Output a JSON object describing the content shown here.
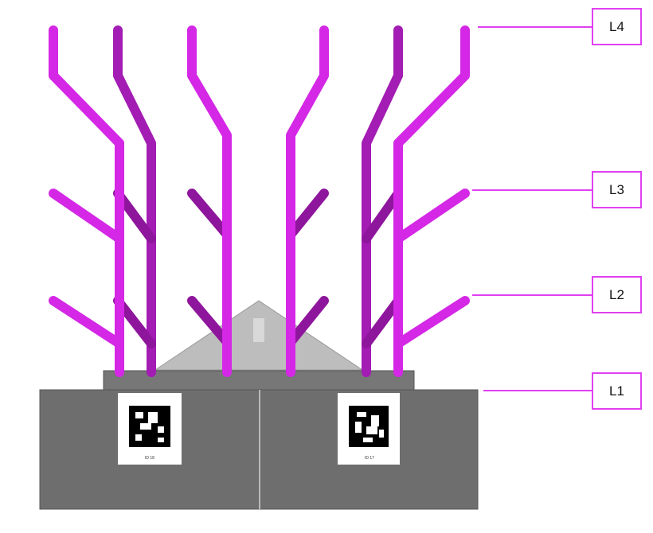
{
  "levels": [
    {
      "label": "L4"
    },
    {
      "label": "L3"
    },
    {
      "label": "L2"
    },
    {
      "label": "L1"
    }
  ],
  "markers": [
    {
      "id_text": "ID 18"
    },
    {
      "id_text": "ID 17"
    }
  ],
  "colors": {
    "pipe": "#d428e6",
    "pipe_dark": "#8e169c",
    "base": "#6e6e6e",
    "callout": "#e040f0"
  }
}
